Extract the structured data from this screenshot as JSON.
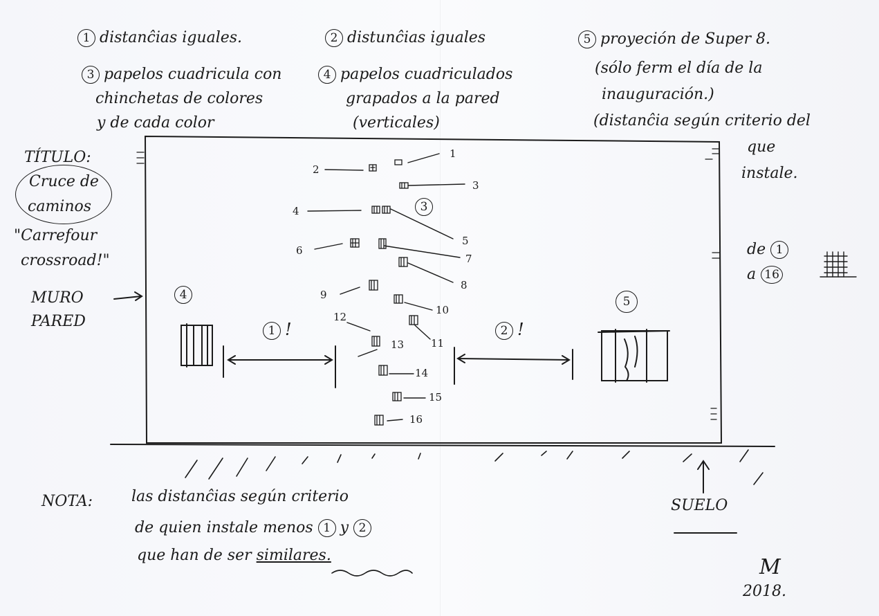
{
  "notes_top": {
    "n1": {
      "num": "1",
      "text": "distanĉias iguales."
    },
    "n2": {
      "num": "2",
      "text": "distunĉias iguales"
    },
    "n5": {
      "num": "5",
      "text": "proyeción de Super 8."
    },
    "n5_line2": "(sólo ferm el día de la",
    "n5_line3": "inauguración.)",
    "n5_line4": "(distanĉia según criterio del",
    "n5_line5": "que",
    "n5_line6": "instale.",
    "n3": {
      "num": "3",
      "line1": "papelos cuadricula con",
      "line2": "chinchetas de colores",
      "line3": "y de cada color"
    },
    "n4": {
      "num": "4",
      "line1": "papelos cuadriculados",
      "line2": "grapados a la pared",
      "line3": "(verticales)"
    }
  },
  "title_block": {
    "label": "TÍTULO:",
    "line1": "Cruce de",
    "line2": "caminos",
    "line3": "\"Carrefour",
    "line4": "crossroad!\""
  },
  "wall": {
    "line1": "MURO",
    "line2": "PARED"
  },
  "range": {
    "from_pre": "de",
    "from_num": "1",
    "to_pre": "a",
    "to_num": "16"
  },
  "diagram": {
    "marker_4": "4",
    "marker_5": "5",
    "marker_3": "3",
    "gap1": {
      "num": "1",
      "suffix": "!"
    },
    "gap2": {
      "num": "2",
      "suffix": "!"
    },
    "pin_numbers": [
      "1",
      "2",
      "3",
      "4",
      "5",
      "6",
      "7",
      "8",
      "9",
      "10",
      "11",
      "12",
      "13",
      "14",
      "15",
      "16"
    ]
  },
  "floor_label": "SUELO",
  "note_bottom": {
    "prefix": "NOTA:",
    "line1": "las distanĉias según criterio",
    "line2_a": "de quien instale menos",
    "line2_n1": "1",
    "line2_y": "y",
    "line2_n2": "2",
    "line3_a": "que han de ser",
    "line3_b": "similares."
  },
  "signature": {
    "mark": "M",
    "year": "2018."
  }
}
